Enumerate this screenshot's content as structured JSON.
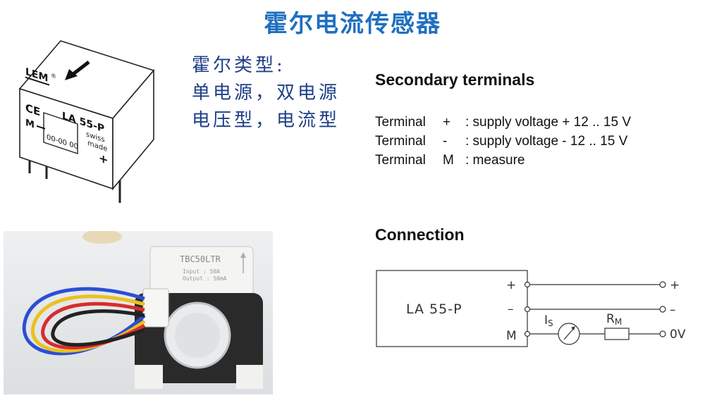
{
  "page": {
    "title": "霍尔电流传感器",
    "hall_types": "霍尔类型:\n单电源，双电源\n电压型，电流型"
  },
  "device_illustration": {
    "brand": "LEM",
    "registered": "®",
    "model": "LA 55-P",
    "ce_mark": "CE",
    "m_label": "M",
    "serial": "00-00 00",
    "swiss_made": [
      "swiss",
      "made"
    ],
    "plus": "+",
    "arrow_icon": "current-direction-arrow-icon"
  },
  "secondary_terminals": {
    "title": "Secondary terminals",
    "rows": [
      {
        "label": "Terminal",
        "sign": "+",
        "desc": ": supply voltage + 12 .. 15 V"
      },
      {
        "label": "Terminal",
        "sign": "-",
        "desc": ": supply voltage - 12 .. 15 V"
      },
      {
        "label": "Terminal",
        "sign": "M",
        "desc": ": measure"
      }
    ]
  },
  "connection": {
    "title": "Connection",
    "box_label": "LA 55-P",
    "pins": [
      "+",
      "–",
      "M"
    ],
    "ends": [
      "+",
      "–",
      "0V"
    ],
    "is_main": "I",
    "is_sub": "S",
    "rm_main": "R",
    "rm_sub": "M",
    "meter_icon": "ammeter-icon"
  },
  "photo": {
    "model": "TBC50LTR",
    "input": "Input : 50A",
    "output": "Output : 50mA"
  },
  "colors": {
    "title": "#1f6fc0",
    "hall_text": "#1f3f86",
    "wire_colors": [
      "#2a4fd6",
      "#e9c11f",
      "#d62d2d",
      "#222222"
    ]
  }
}
